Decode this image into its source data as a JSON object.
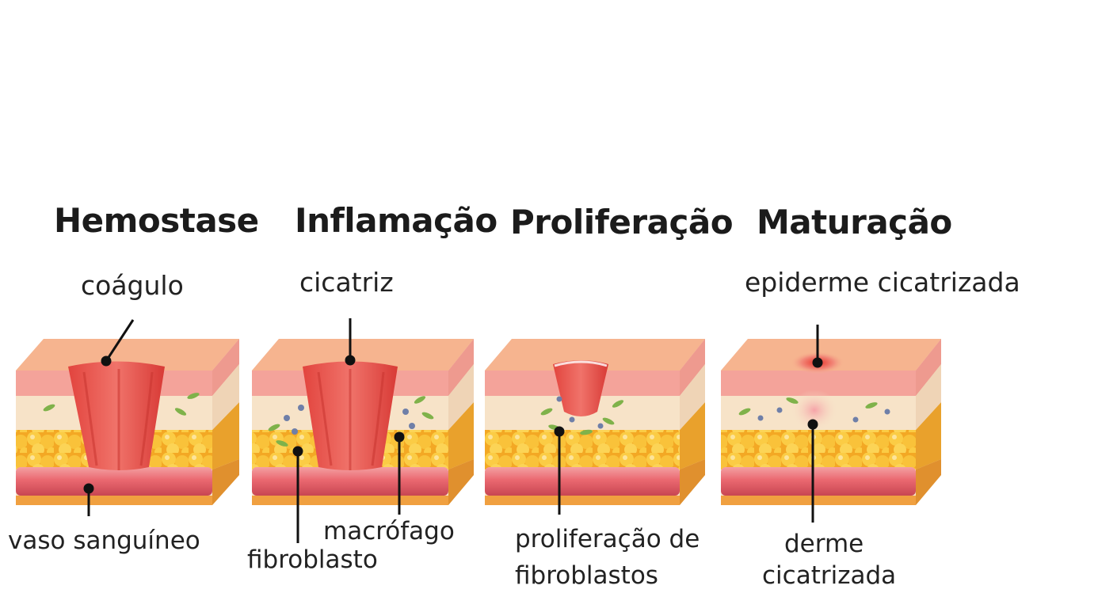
{
  "stages": [
    {
      "title": "Hemostase"
    },
    {
      "title": "Inflamação"
    },
    {
      "title": "Proliferação"
    },
    {
      "title": "Maturação"
    }
  ],
  "labels": {
    "coagulo": "coágulo",
    "vaso": "vaso sanguíneo",
    "cicatriz": "cicatriz",
    "macrofago": "macrófago",
    "fibroblasto": "fibroblasto",
    "prolif_line1": "proliferação de",
    "prolif_line2": "fibroblastos",
    "epiderme": "epiderme cicatrizada",
    "derme_line1": "derme",
    "derme_line2": "cicatrizada"
  },
  "colors": {
    "skin_top": "#f6b48f",
    "epidermis": "#f4a39a",
    "dermis": "#f7e3c8",
    "fat": "#f8c23a",
    "vessel": "#e8626a",
    "clot": "#e8463f",
    "fibroblast": "#7fb24a",
    "macrophage": "#6f7fa8"
  }
}
